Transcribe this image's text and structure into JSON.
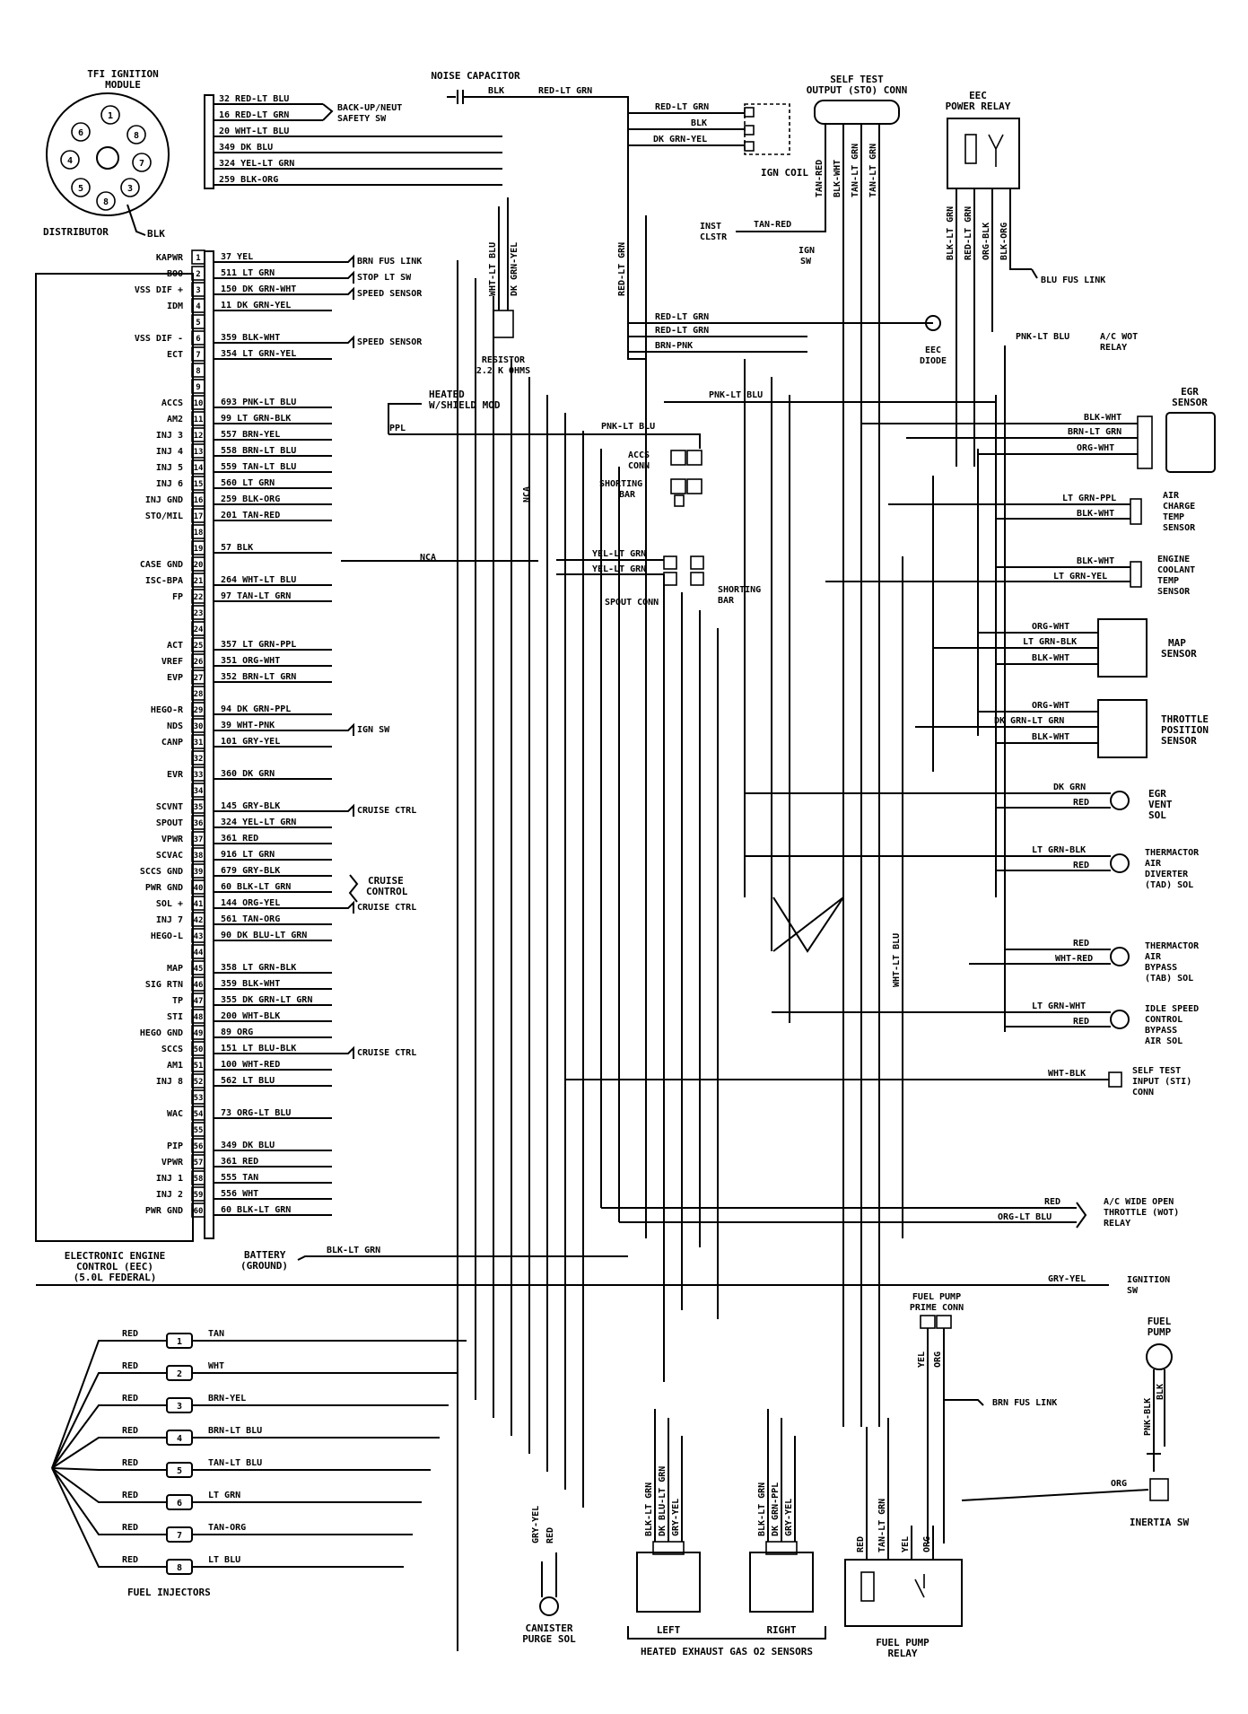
{
  "ecc_pins": [
    {
      "n": "1",
      "label": "KAPWR",
      "wire": "37 YEL",
      "dest": "BRN FUS LINK"
    },
    {
      "n": "2",
      "label": "BOO",
      "wire": "511 LT GRN",
      "dest": "STOP LT SW"
    },
    {
      "n": "3",
      "label": "VSS DIF +",
      "wire": "150 DK GRN-WHT",
      "dest": "SPEED SENSOR"
    },
    {
      "n": "4",
      "label": "IDM",
      "wire": "11 DK GRN-YEL",
      "dest": ""
    },
    {
      "n": "5",
      "label": "",
      "wire": "",
      "dest": ""
    },
    {
      "n": "6",
      "label": "VSS DIF -",
      "wire": "359 BLK-WHT",
      "dest": "SPEED SENSOR"
    },
    {
      "n": "7",
      "label": "ECT",
      "wire": "354 LT GRN-YEL",
      "dest": ""
    },
    {
      "n": "8",
      "label": "",
      "wire": "",
      "dest": ""
    },
    {
      "n": "9",
      "label": "",
      "wire": "",
      "dest": ""
    },
    {
      "n": "10",
      "label": "ACCS",
      "wire": "693 PNK-LT BLU",
      "dest": ""
    },
    {
      "n": "11",
      "label": "AM2",
      "wire": "99 LT GRN-BLK",
      "dest": ""
    },
    {
      "n": "12",
      "label": "INJ 3",
      "wire": "557 BRN-YEL",
      "dest": ""
    },
    {
      "n": "13",
      "label": "INJ 4",
      "wire": "558 BRN-LT BLU",
      "dest": ""
    },
    {
      "n": "14",
      "label": "INJ 5",
      "wire": "559 TAN-LT BLU",
      "dest": ""
    },
    {
      "n": "15",
      "label": "INJ 6",
      "wire": "560 LT GRN",
      "dest": ""
    },
    {
      "n": "16",
      "label": "INJ GND",
      "wire": "259 BLK-ORG",
      "dest": ""
    },
    {
      "n": "17",
      "label": "STO/MIL",
      "wire": "201 TAN-RED",
      "dest": ""
    },
    {
      "n": "18",
      "label": "",
      "wire": "",
      "dest": ""
    },
    {
      "n": "19",
      "label": "",
      "wire": "57 BLK",
      "dest": ""
    },
    {
      "n": "20",
      "label": "CASE GND",
      "wire": "",
      "dest": ""
    },
    {
      "n": "21",
      "label": "ISC-BPA",
      "wire": "264 WHT-LT BLU",
      "dest": ""
    },
    {
      "n": "22",
      "label": "FP",
      "wire": "97 TAN-LT GRN",
      "dest": ""
    },
    {
      "n": "23",
      "label": "",
      "wire": "",
      "dest": ""
    },
    {
      "n": "24",
      "label": "",
      "wire": "",
      "dest": ""
    },
    {
      "n": "25",
      "label": "ACT",
      "wire": "357 LT GRN-PPL",
      "dest": ""
    },
    {
      "n": "26",
      "label": "VREF",
      "wire": "351 ORG-WHT",
      "dest": ""
    },
    {
      "n": "27",
      "label": "EVP",
      "wire": "352 BRN-LT GRN",
      "dest": ""
    },
    {
      "n": "28",
      "label": "",
      "wire": "",
      "dest": ""
    },
    {
      "n": "29",
      "label": "HEGO-R",
      "wire": "94 DK GRN-PPL",
      "dest": ""
    },
    {
      "n": "30",
      "label": "NDS",
      "wire": "39 WHT-PNK",
      "dest": "IGN SW"
    },
    {
      "n": "31",
      "label": "CANP",
      "wire": "101 GRY-YEL",
      "dest": ""
    },
    {
      "n": "32",
      "label": "",
      "wire": "",
      "dest": ""
    },
    {
      "n": "33",
      "label": "EVR",
      "wire": "360 DK GRN",
      "dest": ""
    },
    {
      "n": "34",
      "label": "",
      "wire": "",
      "dest": ""
    },
    {
      "n": "35",
      "label": "SCVNT",
      "wire": "145 GRY-BLK",
      "dest": "CRUISE CTRL"
    },
    {
      "n": "36",
      "label": "SPOUT",
      "wire": "324 YEL-LT GRN",
      "dest": ""
    },
    {
      "n": "37",
      "label": "VPWR",
      "wire": "361 RED",
      "dest": ""
    },
    {
      "n": "38",
      "label": "SCVAC",
      "wire": "916 LT GRN",
      "dest": ""
    },
    {
      "n": "39",
      "label": "SCCS GND",
      "wire": "679 GRY-BLK",
      "dest": ""
    },
    {
      "n": "40",
      "label": "PWR GND",
      "wire": "60 BLK-LT GRN",
      "dest": ""
    },
    {
      "n": "41",
      "label": "SOL +",
      "wire": "144 ORG-YEL",
      "dest": "CRUISE CTRL"
    },
    {
      "n": "42",
      "label": "INJ 7",
      "wire": "561 TAN-ORG",
      "dest": ""
    },
    {
      "n": "43",
      "label": "HEGO-L",
      "wire": "90 DK BLU-LT GRN",
      "dest": ""
    },
    {
      "n": "44",
      "label": "",
      "wire": "",
      "dest": ""
    },
    {
      "n": "45",
      "label": "MAP",
      "wire": "358 LT GRN-BLK",
      "dest": ""
    },
    {
      "n": "46",
      "label": "SIG RTN",
      "wire": "359 BLK-WHT",
      "dest": ""
    },
    {
      "n": "47",
      "label": "TP",
      "wire": "355 DK GRN-LT GRN",
      "dest": ""
    },
    {
      "n": "48",
      "label": "STI",
      "wire": "200 WHT-BLK",
      "dest": ""
    },
    {
      "n": "49",
      "label": "HEGO GND",
      "wire": "89 ORG",
      "dest": ""
    },
    {
      "n": "50",
      "label": "SCCS",
      "wire": "151 LT BLU-BLK",
      "dest": "CRUISE CTRL"
    },
    {
      "n": "51",
      "label": "AM1",
      "wire": "100 WHT-RED",
      "dest": ""
    },
    {
      "n": "52",
      "label": "INJ 8",
      "wire": "562 LT BLU",
      "dest": ""
    },
    {
      "n": "53",
      "label": "",
      "wire": "",
      "dest": ""
    },
    {
      "n": "54",
      "label": "WAC",
      "wire": "73 ORG-LT BLU",
      "dest": ""
    },
    {
      "n": "55",
      "label": "",
      "wire": "",
      "dest": ""
    },
    {
      "n": "56",
      "label": "PIP",
      "wire": "349 DK BLU",
      "dest": ""
    },
    {
      "n": "57",
      "label": "VPWR",
      "wire": "361 RED",
      "dest": ""
    },
    {
      "n": "58",
      "label": "INJ 1",
      "wire": "555 TAN",
      "dest": ""
    },
    {
      "n": "59",
      "label": "INJ 2",
      "wire": "556 WHT",
      "dest": ""
    },
    {
      "n": "60",
      "label": "PWR GND",
      "wire": "60 BLK-LT GRN",
      "dest": ""
    }
  ],
  "tfi": {
    "title1": "TFI IGNITION",
    "title2": "MODULE",
    "distributor": "DISTRIBUTOR",
    "blk": "BLK",
    "pins": [
      "1",
      "2",
      "3",
      "4",
      "5",
      "6",
      "7",
      "8"
    ],
    "wires": [
      "32 RED-LT BLU",
      "16 RED-LT GRN",
      "20 WHT-LT BLU",
      "349 DK BLU",
      "324 YEL-LT GRN",
      "259 BLK-ORG"
    ],
    "backup1": "BACK-UP/NEUT",
    "backup2": "SAFETY SW"
  },
  "top": {
    "noise_cap": "NOISE CAPACITOR",
    "blk": "BLK",
    "red_lt_grn": "RED-LT GRN",
    "ign_red_lt_grn": "RED-LT GRN",
    "ign_blk": "BLK",
    "ign_dk_grn_yel": "DK GRN-YEL",
    "ign_coil": "IGN COIL",
    "self_test1": "SELF TEST",
    "self_test2": "OUTPUT (STO) CONN",
    "sto_wires": [
      "TAN-RED",
      "BLK-WHT",
      "TAN-LT GRN",
      "TAN-LT GRN"
    ],
    "inst1": "INST",
    "inst2": "CLSTR",
    "tan_red": "TAN-RED",
    "ign_sw1": "IGN",
    "ign_sw2": "SW",
    "eec_relay1": "EEC",
    "eec_relay2": "POWER RELAY",
    "relay_wires": [
      "BLK-LT GRN",
      "RED-LT GRN",
      "ORG-BLK",
      "BLK-ORG"
    ],
    "blu_fus": "BLU FUS LINK",
    "wht_lt_blu": "WHT-LT BLU",
    "dk_grn_yel": "DK GRN-YEL",
    "red_lt_grn_v": "RED-LT GRN",
    "resistor1": "RESISTOR",
    "resistor2": "2.2 K OHMS",
    "d_red_lt_grn1": "RED-LT GRN",
    "d_red_lt_grn2": "RED-LT GRN",
    "brn_pnk": "BRN-PNK",
    "eec_diode1": "EEC",
    "eec_diode2": "DIODE",
    "pnk_lt_blu": "PNK-LT BLU",
    "ac_wot1": "A/C WOT",
    "ac_wot2": "RELAY",
    "ppl": "PPL",
    "heated1": "HEATED",
    "heated2": "W/SHIELD MOD",
    "pnk_lt_blu2": "PNK-LT BLU",
    "pnk_lt_blu3": "PNK-LT BLU",
    "accs1": "ACCS",
    "accs2": "CONN",
    "short1": "SHORTING",
    "short2": "BAR",
    "nca": "NCA",
    "nca2": "NCA",
    "yel_lt_grn1": "YEL-LT GRN",
    "yel_lt_grn2": "YEL-LT GRN",
    "spout_conn": "SPOUT CONN",
    "short3": "SHORTING",
    "short4": "BAR",
    "wht_lt_blu_v": "WHT-LT BLU"
  },
  "right": {
    "egr1": "EGR",
    "egr2": "SENSOR",
    "egr_wires": [
      "BLK-WHT",
      "BRN-LT GRN",
      "ORG-WHT"
    ],
    "act_wires": [
      "LT GRN-PPL",
      "BLK-WHT"
    ],
    "act1": "AIR",
    "act2": "CHARGE",
    "act3": "TEMP",
    "act4": "SENSOR",
    "ect_wires": [
      "BLK-WHT",
      "LT GRN-YEL"
    ],
    "ect1": "ENGINE",
    "ect2": "COOLANT",
    "ect3": "TEMP",
    "ect4": "SENSOR",
    "map_wires": [
      "ORG-WHT",
      "LT GRN-BLK",
      "BLK-WHT"
    ],
    "map1": "MAP",
    "map2": "SENSOR",
    "tp_wires": [
      "ORG-WHT",
      "DK GRN-LT GRN",
      "BLK-WHT"
    ],
    "tp1": "THROTTLE",
    "tp2": "POSITION",
    "tp3": "SENSOR",
    "evr_wires": [
      "DK GRN",
      "RED"
    ],
    "evr1": "EGR",
    "evr2": "VENT",
    "evr3": "SOL",
    "tad_wires": [
      "LT GRN-BLK",
      "RED"
    ],
    "tad1": "THERMACTOR",
    "tad2": "AIR",
    "tad3": "DIVERTER",
    "tad4": "(TAD) SOL",
    "tab_wires": [
      "RED",
      "WHT-RED"
    ],
    "tab1": "THERMACTOR",
    "tab2": "AIR",
    "tab3": "BYPASS",
    "tab4": "(TAB) SOL",
    "isc_wires": [
      "LT GRN-WHT",
      "RED"
    ],
    "isc1": "IDLE SPEED",
    "isc2": "CONTROL",
    "isc3": "BYPASS",
    "isc4": "AIR SOL",
    "sti_wire": "WHT-BLK",
    "sti1": "SELF TEST",
    "sti2": "INPUT (STI)",
    "sti3": "CONN",
    "wot_wires": [
      "RED",
      "ORG-LT BLU"
    ],
    "wot1": "A/C WIDE OPEN",
    "wot2": "THROTTLE (WOT)",
    "wot3": "RELAY",
    "gry_yel": "GRY-YEL",
    "ignition1": "IGNITION",
    "ignition2": "SW",
    "wht_lt_blu": "WHT-LT BLU"
  },
  "ecc": {
    "title1": "ELECTRONIC ENGINE",
    "title2": "CONTROL (EEC)",
    "title3": "(5.0L FEDERAL)",
    "battery1": "BATTERY",
    "battery2": "(GROUND)",
    "blk_lt_grn": "BLK-LT GRN",
    "cruise1": "CRUISE",
    "cruise2": "CONTROL"
  },
  "injectors": {
    "title": "FUEL INJECTORS",
    "rows": [
      {
        "n": "1",
        "left": "RED",
        "right": "TAN"
      },
      {
        "n": "2",
        "left": "RED",
        "right": "WHT"
      },
      {
        "n": "3",
        "left": "RED",
        "right": "BRN-YEL"
      },
      {
        "n": "4",
        "left": "RED",
        "right": "BRN-LT BLU"
      },
      {
        "n": "5",
        "left": "RED",
        "right": "TAN-LT BLU"
      },
      {
        "n": "6",
        "left": "RED",
        "right": "LT GRN"
      },
      {
        "n": "7",
        "left": "RED",
        "right": "TAN-ORG"
      },
      {
        "n": "8",
        "left": "RED",
        "right": "LT BLU"
      }
    ]
  },
  "bottom": {
    "canister1": "CANISTER",
    "canister2": "PURGE SOL",
    "gry_yel": "GRY-YEL",
    "red": "RED",
    "left_wires": [
      "BLK-LT GRN",
      "DK BLU-LT GRN",
      "GRY-YEL"
    ],
    "right_wires": [
      "BLK-LT GRN",
      "DK GRN-PPL",
      "GRY-YEL"
    ],
    "left": "LEFT",
    "right": "RIGHT",
    "heated": "HEATED EXHAUST GAS O2 SENSORS",
    "fp_conn1": "FUEL PUMP",
    "fp_conn2": "PRIME CONN",
    "fp_yel": "YEL",
    "fp_org": "ORG",
    "brn_fus": "BRN FUS LINK",
    "relay_wires": [
      "RED",
      "TAN-LT GRN",
      "YEL",
      "ORG"
    ],
    "fp_relay1": "FUEL PUMP",
    "fp_relay2": "RELAY",
    "fuel_pump1": "FUEL",
    "fuel_pump2": "PUMP",
    "pnk_blk": "PNK-BLK",
    "blk": "BLK",
    "org": "ORG",
    "inertia": "INERTIA SW"
  }
}
